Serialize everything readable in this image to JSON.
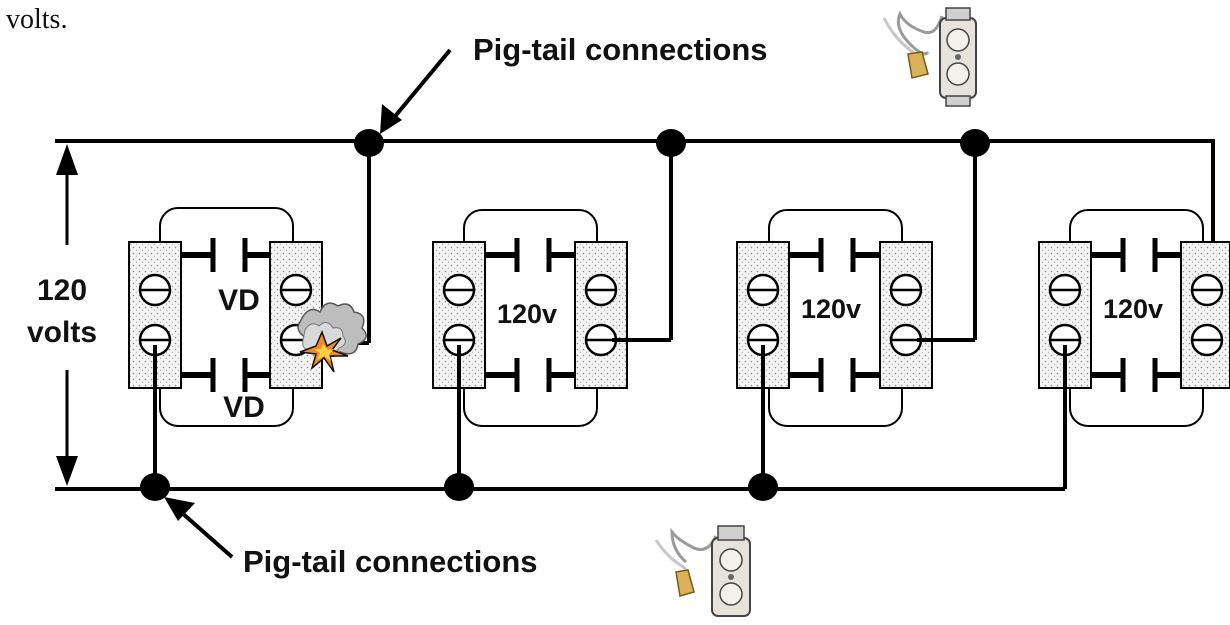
{
  "caption_fragment": "volts.",
  "voltage_label": {
    "line1": "120",
    "line2": "volts"
  },
  "pigtail_label_top": "Pig-tail connections",
  "pigtail_label_bottom": "Pig-tail connections",
  "receptacles": [
    {
      "id": "receptacle-1",
      "upper_label": "VD",
      "lower_label": "VD",
      "fault": true
    },
    {
      "id": "receptacle-2",
      "label": "120v",
      "fault": false
    },
    {
      "id": "receptacle-3",
      "label": "120v",
      "fault": false
    },
    {
      "id": "receptacle-4",
      "label": "120v",
      "fault": false
    }
  ],
  "icons": [
    "pigtail-outlet-icon",
    "spark-icon",
    "arrow-icon"
  ],
  "colors": {
    "wire": "#000000",
    "terminal_fill": "#f2f2f2",
    "spark": "#f28c1e"
  }
}
